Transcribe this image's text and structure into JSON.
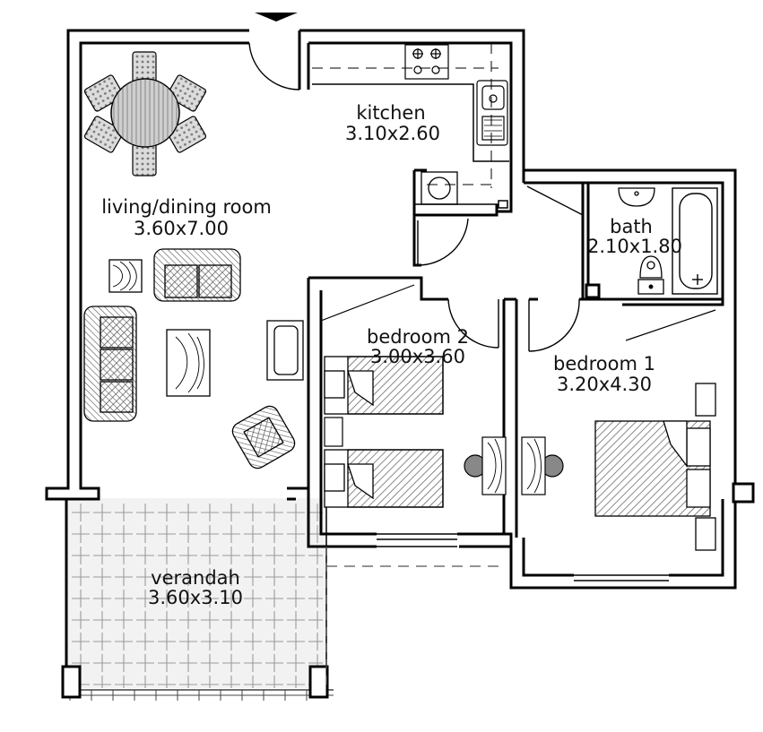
{
  "colors": {
    "background": "#ffffff",
    "wall": "#000000",
    "fixture_line": "#333333",
    "hatch": "#555555",
    "dot_fill": "#9a9a9a",
    "light_fill": "#dcdcdc",
    "verandah_grid": "#8c8c8c"
  },
  "rooms": {
    "kitchen": {
      "name": "kitchen",
      "size": "3.10x2.60"
    },
    "living": {
      "name": "living/dining room",
      "size": "3.60x7.00"
    },
    "bath": {
      "name": "bath",
      "size": "2.10x1.80"
    },
    "bedroom2": {
      "name": "bedroom 2",
      "size": "3.00x3.60"
    },
    "bedroom1": {
      "name": "bedroom 1",
      "size": "3.20x4.30"
    },
    "verandah": {
      "name": "verandah",
      "size": "3.60x3.10"
    }
  },
  "icons": [
    "entrance-arrow-icon",
    "door-swing-icon",
    "stove-icon",
    "sink-icon",
    "washing-machine-icon",
    "bathtub-icon",
    "toilet-icon",
    "washbasin-icon",
    "dining-table-icon",
    "sofa-icon",
    "armchair-icon",
    "tv-icon",
    "bed-icon",
    "wardrobe-icon",
    "nightstand-icon",
    "plant-icon"
  ]
}
